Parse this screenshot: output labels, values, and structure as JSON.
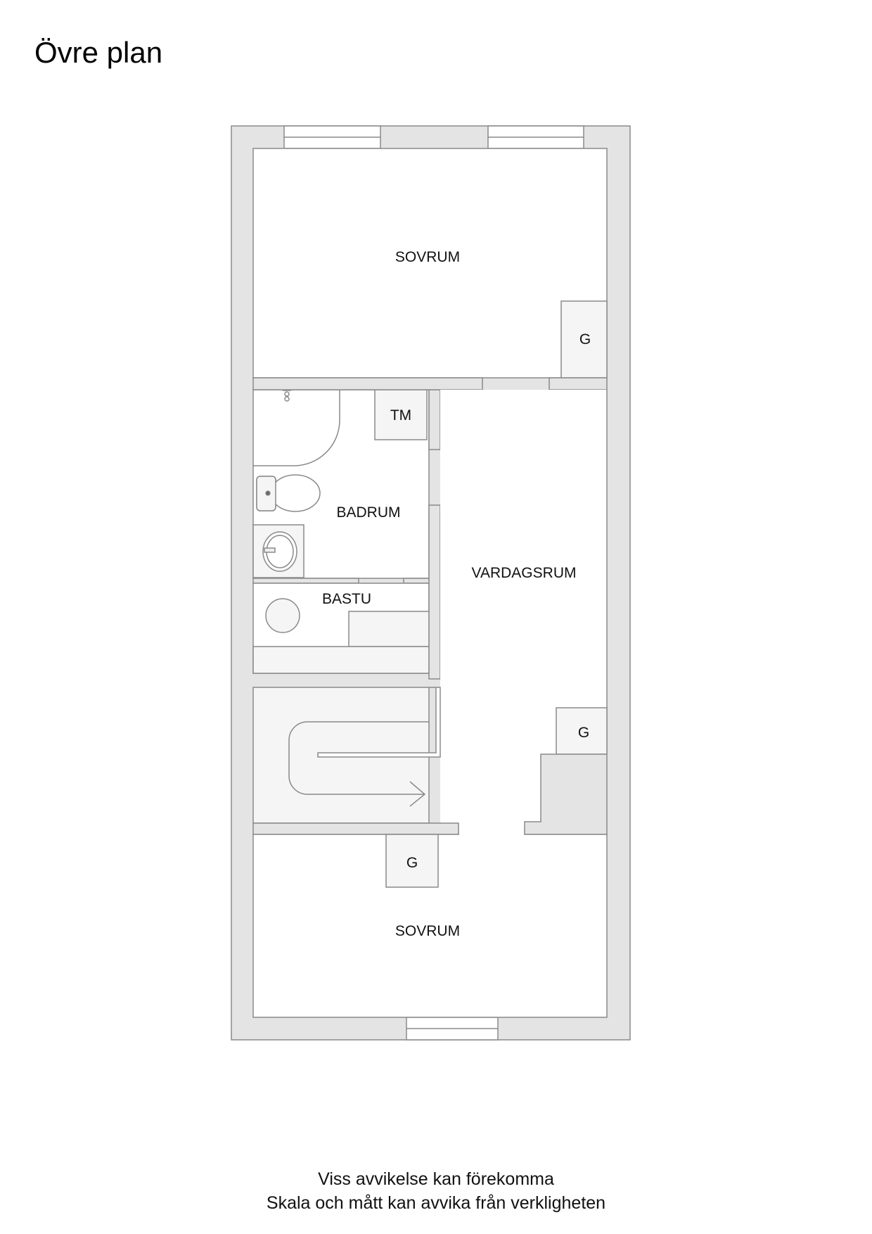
{
  "title": "Övre plan",
  "colors": {
    "wall_fill": "#e4e4e4",
    "fixture_fill": "#f5f5f5",
    "line": "#8a8a8a",
    "background": "#ffffff",
    "text": "#111111"
  },
  "rooms": [
    {
      "id": "sovrum-top",
      "label": "SOVRUM"
    },
    {
      "id": "badrum",
      "label": "BADRUM"
    },
    {
      "id": "bastu",
      "label": "BASTU"
    },
    {
      "id": "vardagsrum",
      "label": "VARDAGSRUM"
    },
    {
      "id": "sovrum-bottom",
      "label": "SOVRUM"
    }
  ],
  "fixtures": [
    {
      "id": "wardrobe-top",
      "label": "G"
    },
    {
      "id": "dryer",
      "label": "TM"
    },
    {
      "id": "wardrobe-middle",
      "label": "G"
    },
    {
      "id": "wardrobe-bottom",
      "label": "G"
    }
  ],
  "footer": {
    "line1": "Viss avvikelse kan förekomma",
    "line2": "Skala och mått kan avvika från verkligheten"
  }
}
